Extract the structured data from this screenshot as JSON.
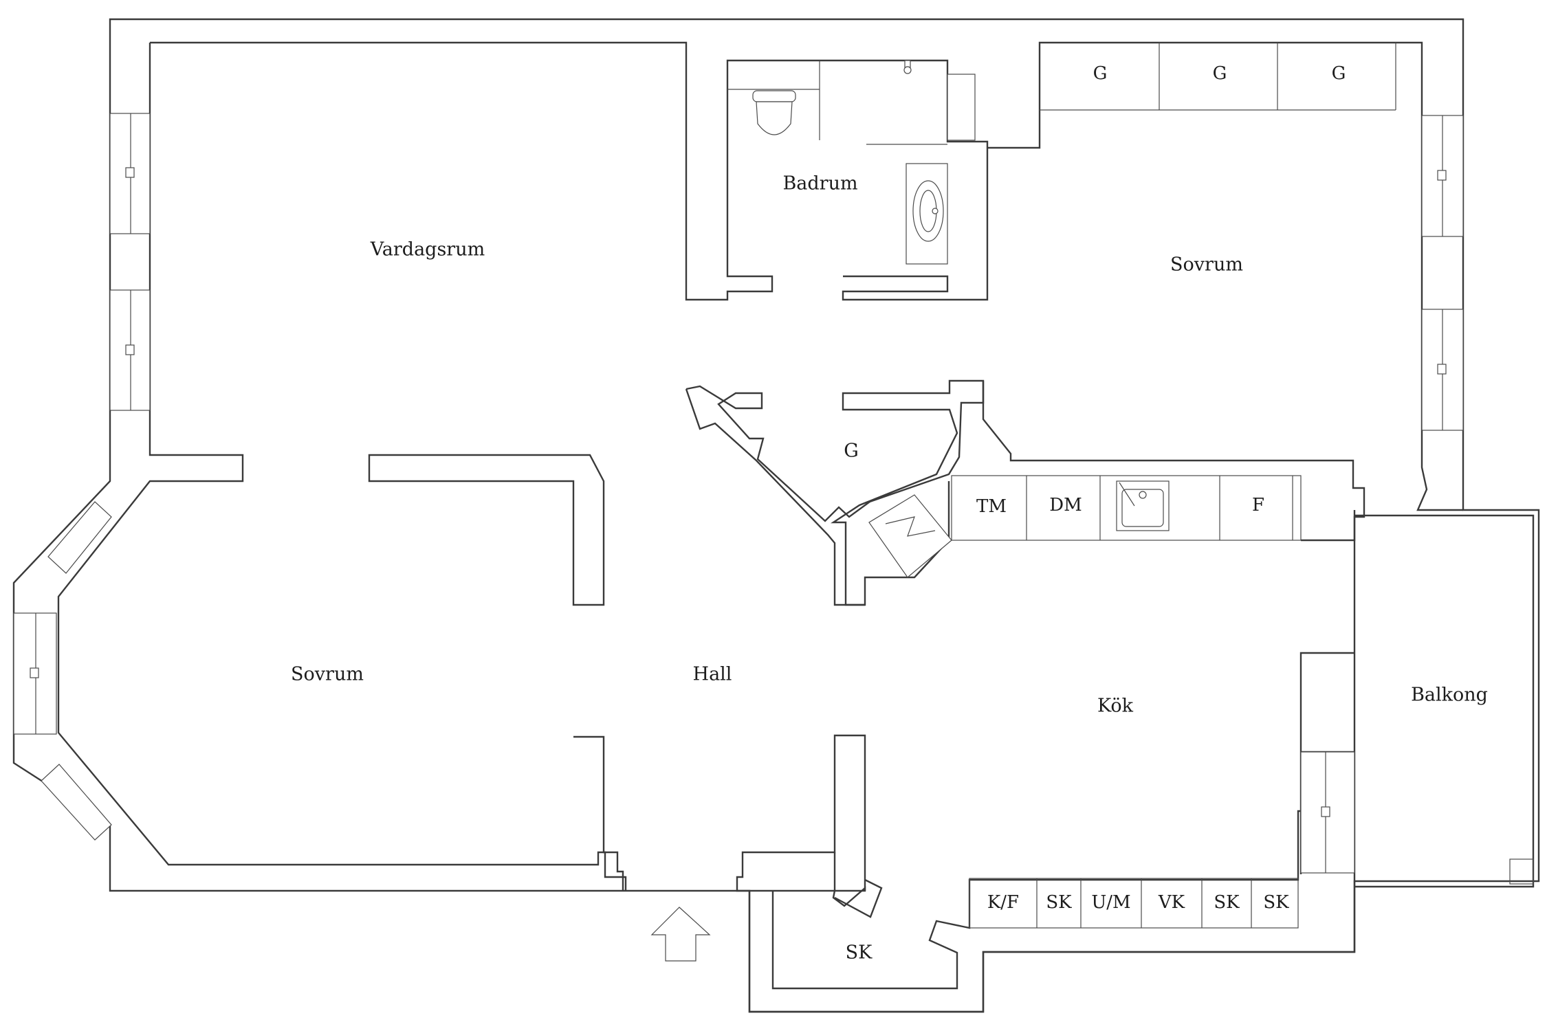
{
  "rooms": {
    "vardagsrum": "Vardagsrum",
    "badrum": "Badrum",
    "sovrum_east": "Sovrum",
    "sovrum_west": "Sovrum",
    "hall": "Hall",
    "kok": "Kök",
    "balkong": "Balkong",
    "garderob_center": "G",
    "sk_closet": "SK"
  },
  "wardrobes_top": [
    "G",
    "G",
    "G"
  ],
  "kitchen_counter_top": [
    "TM",
    "DM",
    "F"
  ],
  "kitchen_counter_bottom": [
    "K/F",
    "SK",
    "U/M",
    "VK",
    "SK",
    "SK"
  ],
  "entrance": {
    "icon": "entrance-arrow-icon"
  },
  "icons": [
    "toilet-icon",
    "sink-icon",
    "kitchen-sink-icon",
    "chimney-icon",
    "shower-head-icon",
    "window-icon"
  ]
}
